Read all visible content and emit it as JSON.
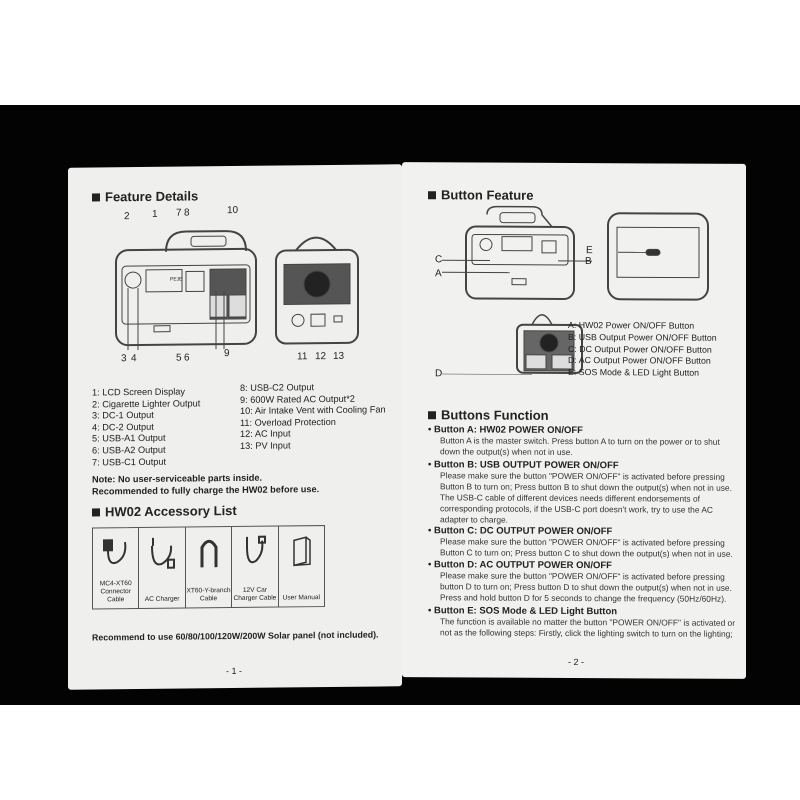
{
  "left_page": {
    "heading": "Feature Details",
    "callouts_top": [
      "2",
      "1",
      "7",
      "8",
      "10"
    ],
    "callouts_bottom": [
      "3",
      "4",
      "5",
      "6",
      "9",
      "11",
      "12",
      "13"
    ],
    "features_col1": [
      "1: LCD Screen Display",
      "2: Cigarette Lighter Output",
      "3: DC-1 Output",
      "4: DC-2 Output",
      "5: USB-A1 Output",
      "6: USB-A2 Output",
      "7: USB-C1 Output"
    ],
    "features_col2": [
      "8: USB-C2 Output",
      "9: 600W Rated AC Output*2",
      "10: Air Intake Vent with Cooling Fan",
      "11: Overload Protection",
      "12: AC Input",
      "13: PV Input"
    ],
    "note1": "Note: No user-serviceable parts inside.",
    "note2": "Recommended to fully charge the HW02 before use.",
    "accessory_heading": "HW02 Accessory List",
    "accessories": [
      {
        "name": "MC4-XT60 Connector Cable",
        "icon": "connector-cable-icon"
      },
      {
        "name": "AC Charger",
        "icon": "ac-charger-icon"
      },
      {
        "name": "XT60-Y-branch Cable",
        "icon": "y-branch-cable-icon"
      },
      {
        "name": "12V Car Charger Cable",
        "icon": "car-charger-icon"
      },
      {
        "name": "User Manual",
        "icon": "manual-icon"
      }
    ],
    "solar_note": "Recommend to use 60/80/100/120W/200W Solar panel (not included).",
    "page_number": "- 1 -",
    "device_brand": "PEJE"
  },
  "right_page": {
    "heading": "Button Feature",
    "diagram_labels": {
      "a": "A",
      "b": "B",
      "c": "C",
      "d": "D",
      "e": "E"
    },
    "legend": [
      "A: HW02 Power ON/OFF Button",
      "B: USB Output Power ON/OFF Button",
      "C: DC Output Power ON/OFF Button",
      "D: AC Output Power ON/OFF Button",
      "E: SOS Mode & LED Light Button"
    ],
    "functions_heading": "Buttons Function",
    "buttons": [
      {
        "title": "Button A: HW02 POWER ON/OFF",
        "text": "Button A is the master switch. Press button A to turn on the power or to shut down the output(s) when not in use."
      },
      {
        "title": "Button B: USB OUTPUT POWER ON/OFF",
        "text": "Please make sure the button \"POWER ON/OFF\" is activated before pressing Button B to turn on; Press button B to shut down the output(s) when not in use. The USB-C cable of different devices needs different endorsements of corresponding protocols, if the USB-C port doesn't work, try to use the AC adapter to charge."
      },
      {
        "title": "Button C: DC OUTPUT POWER ON/OFF",
        "text": "Please make sure the button \"POWER ON/OFF\" is activated before pressing Button C to turn on; Press button C to shut down the output(s) when not in use."
      },
      {
        "title": "Button D: AC OUTPUT POWER ON/OFF",
        "text": "Please make sure the button \"POWER ON/OFF\" is activated before pressing button D to turn on; Press button D to shut down the output(s) when not in use. Press and hold button D for 5 seconds to change the frequency (50Hz/60Hz)."
      },
      {
        "title": "Button E: SOS Mode & LED Light Button",
        "text": "The function is available no matter the button \"POWER ON/OFF\" is activated or not as the following steps: Firstly, click the lighting switch to turn on the lighting;"
      }
    ],
    "page_number": "- 2 -"
  }
}
